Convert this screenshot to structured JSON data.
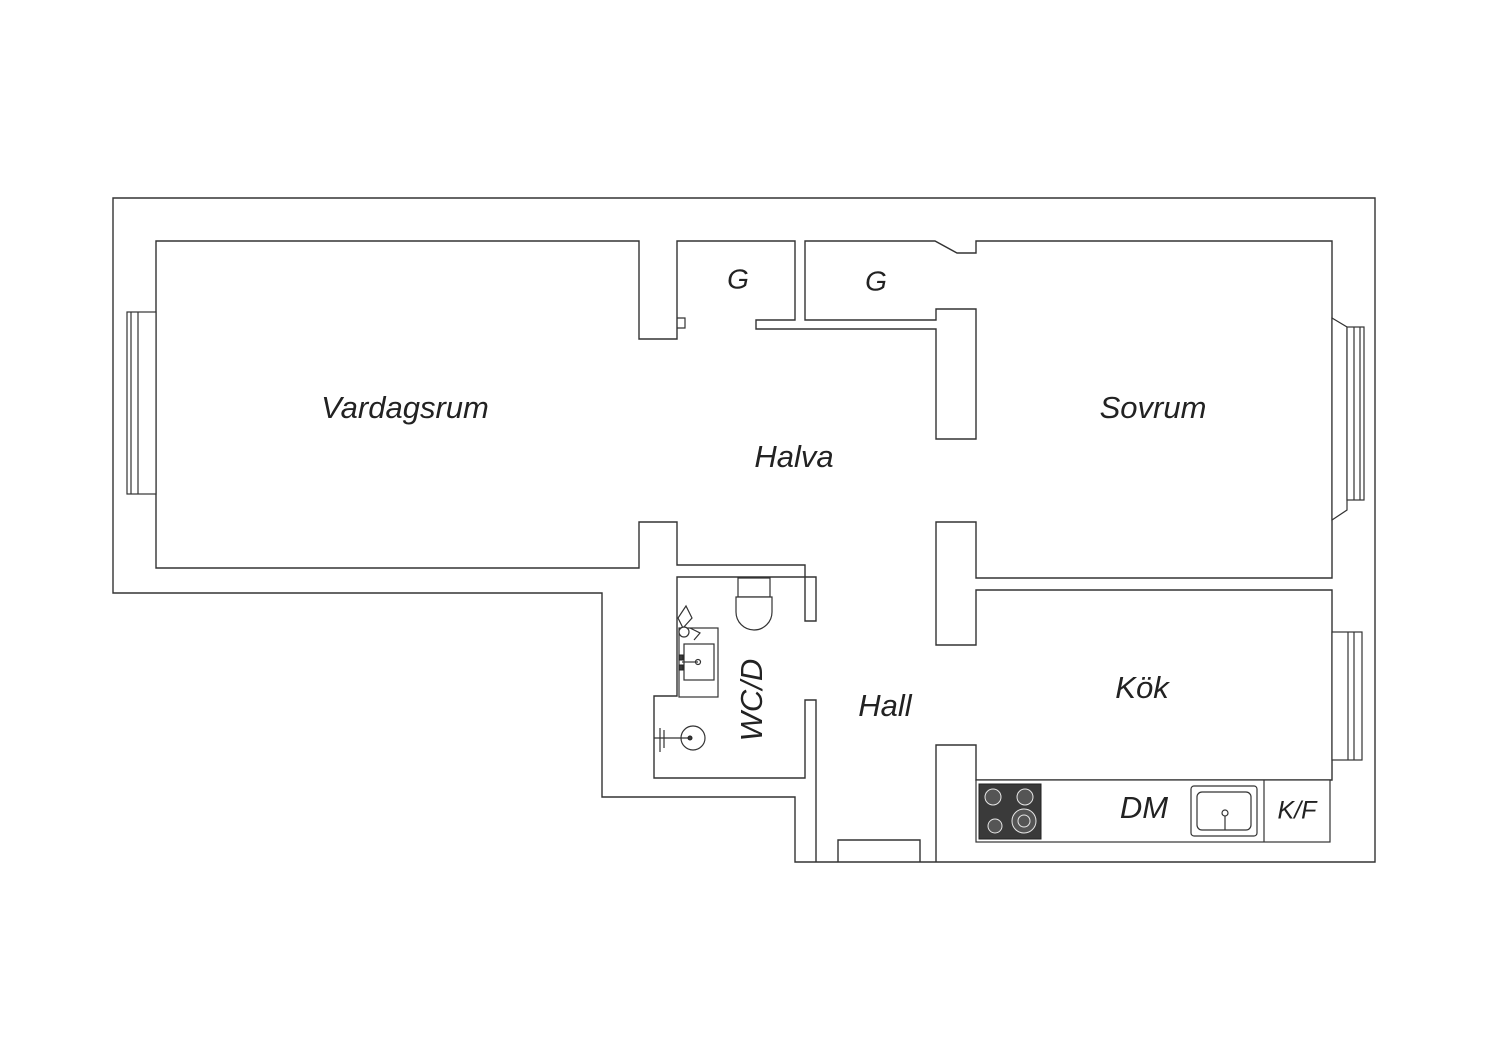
{
  "rooms": {
    "vardagsrum": "Vardagsrum",
    "sovrum": "Sovrum",
    "halva": "Halva",
    "hall": "Hall",
    "kok": "Kök",
    "wc": "WC/D",
    "closet_left": "G",
    "closet_right": "G"
  },
  "fixtures": {
    "dishwasher": "DM",
    "fridge": "K/F"
  },
  "colors": {
    "line": "#333333",
    "background": "#ffffff",
    "stove": "#3a3a3a"
  }
}
